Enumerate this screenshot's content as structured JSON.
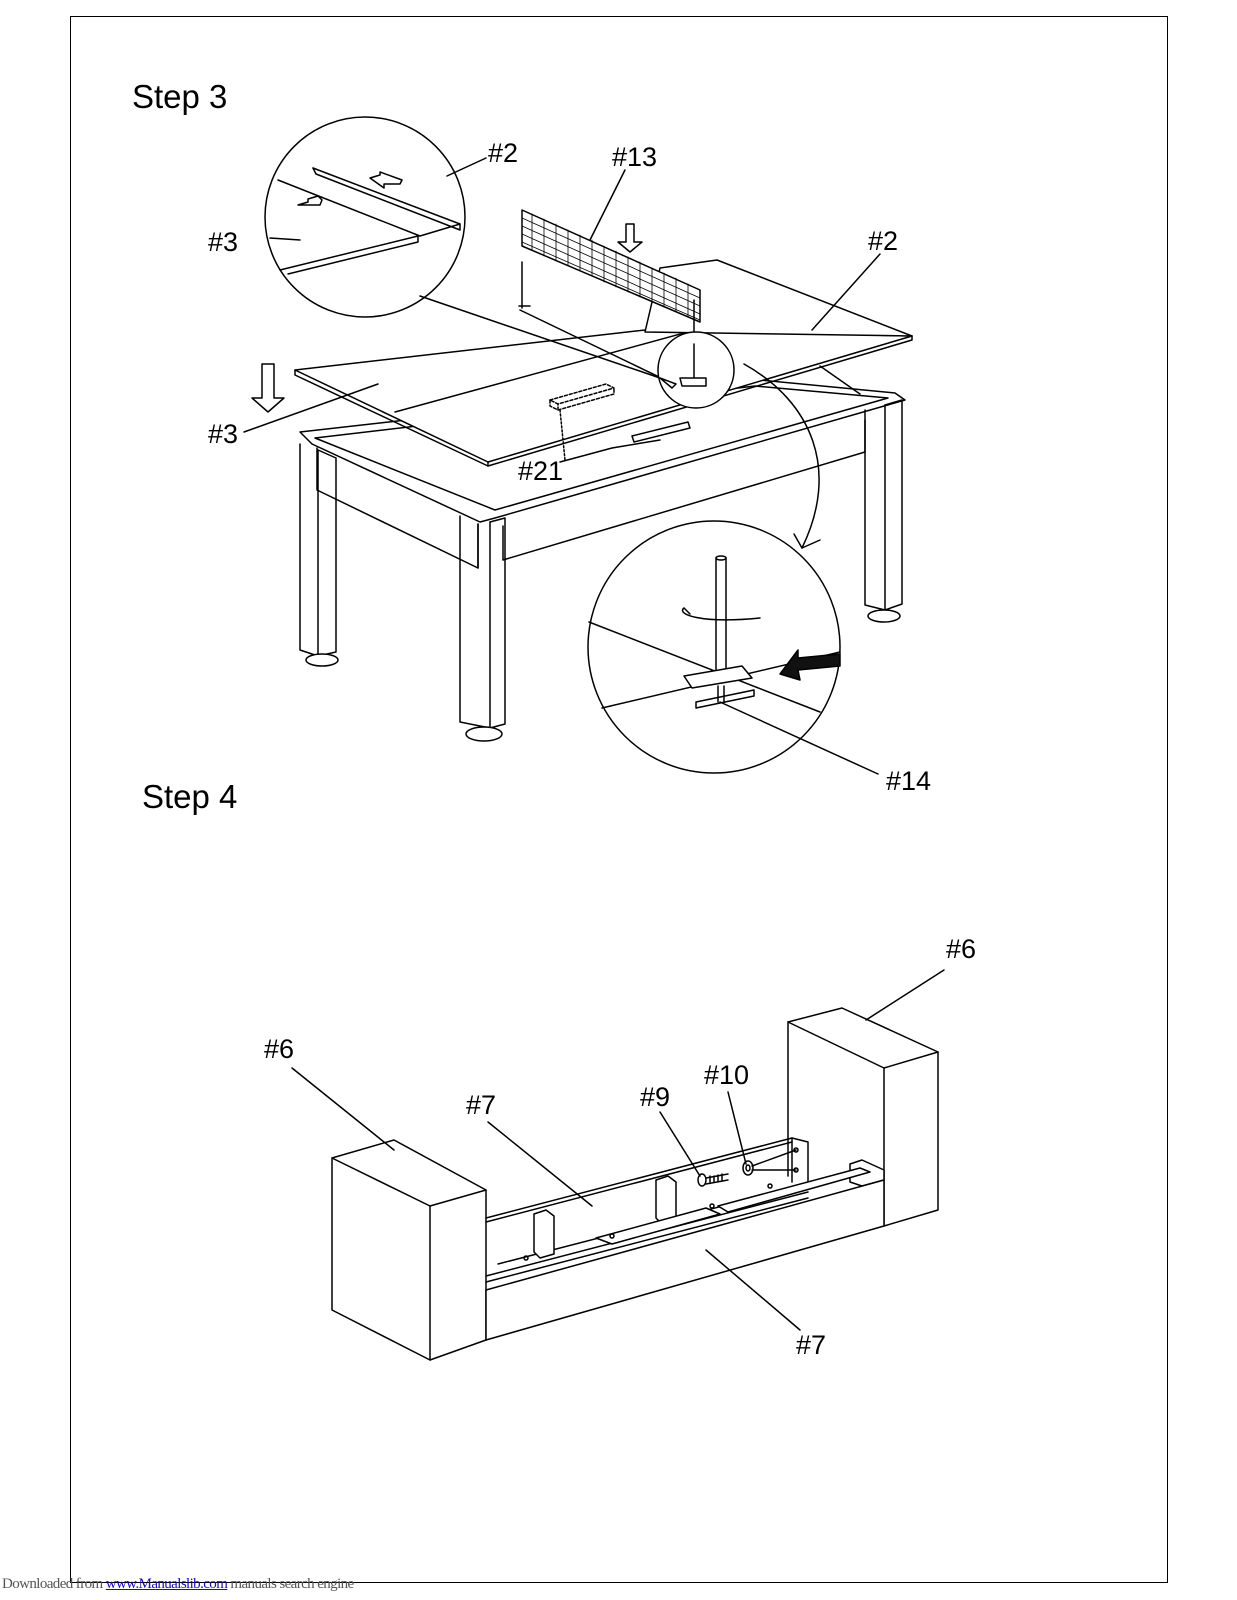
{
  "steps": [
    {
      "title": "Step 3"
    },
    {
      "title": "Step 4"
    }
  ],
  "labels": {
    "step3": {
      "inset_top_part2": "#2",
      "inset_top_part3": "#3",
      "net": "#13",
      "top_half_right": "#2",
      "top_half_left": "#3",
      "brush": "#21",
      "bracket": "#14"
    },
    "step4": {
      "end_right": "#6",
      "end_left": "#6",
      "side_back": "#7",
      "bolt": "#9",
      "washer": "#10",
      "side_front": "#7"
    }
  },
  "footer": {
    "prefix": "Downloaded from ",
    "link": "www.Manualslib.com",
    "suffix": "  manuals search engine"
  }
}
